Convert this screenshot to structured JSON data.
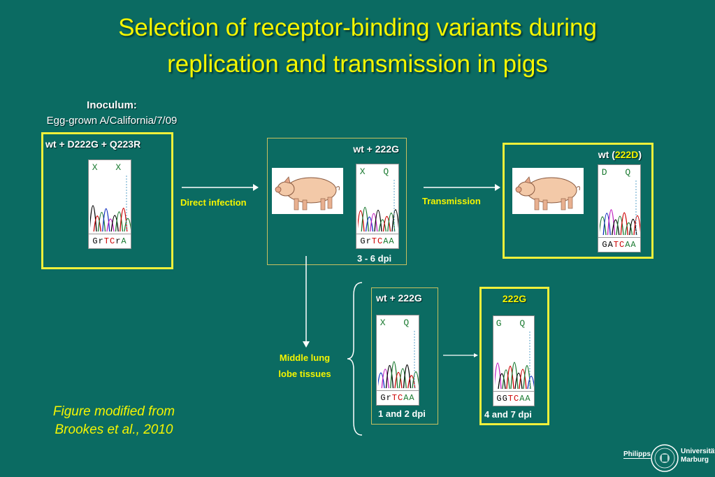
{
  "title": {
    "line1": "Selection of receptor-binding variants during",
    "line2": "replication and transmission in pigs"
  },
  "inoculum": {
    "label": "Inoculum:",
    "strain": "Egg-grown A/California/7/09",
    "genotype": "wt + D222G  + Q223R",
    "chrom": {
      "codons": "X X",
      "seq": [
        {
          "t": "Gr",
          "c": "#000"
        },
        {
          "t": "TC",
          "c": "#c00"
        },
        {
          "t": "r",
          "c": "#000"
        },
        {
          "t": "A",
          "c": "#1a7a30"
        }
      ]
    }
  },
  "arrow1_label": "Direct infection",
  "arrow2_label": "Transmission",
  "pig1": {
    "genotype": "wt + 222G",
    "dpi": "3 - 6 dpi",
    "chrom": {
      "codons": "X Q",
      "seq": [
        {
          "t": "Gr",
          "c": "#000"
        },
        {
          "t": "TC",
          "c": "#c00"
        },
        {
          "t": "AA",
          "c": "#1a7a30"
        }
      ]
    }
  },
  "pig2": {
    "genotype_prefix": "wt (",
    "genotype_highlight": "222D",
    "genotype_suffix": ")",
    "chrom": {
      "codons": "D Q",
      "seq": [
        {
          "t": "GA",
          "c": "#000"
        },
        {
          "t": "TC",
          "c": "#c00"
        },
        {
          "t": "AA",
          "c": "#1a7a30"
        }
      ]
    }
  },
  "lung": {
    "label_line1": "Middle lung",
    "label_line2": "lobe tissues"
  },
  "lung_early": {
    "genotype": "wt + 222G",
    "dpi": "1 and 2 dpi",
    "chrom": {
      "codons": "X Q",
      "seq": [
        {
          "t": "Gr",
          "c": "#000"
        },
        {
          "t": "TC",
          "c": "#c00"
        },
        {
          "t": "AA",
          "c": "#1a7a30"
        }
      ]
    }
  },
  "lung_late": {
    "genotype": "222G",
    "dpi": "4 and 7 dpi",
    "chrom": {
      "codons": "G Q",
      "seq": [
        {
          "t": "GG",
          "c": "#000"
        },
        {
          "t": "TC",
          "c": "#c00"
        },
        {
          "t": "AA",
          "c": "#1a7a30"
        }
      ]
    }
  },
  "citation": {
    "line1": "Figure modified from",
    "line2": "Brookes et al., 2010"
  },
  "logo": {
    "left": "Philipps",
    "right1": "Universität",
    "right2": "Marburg"
  },
  "colors": {
    "background": "#0b6b62",
    "highlight": "#f5f500",
    "box": "#f0f03a"
  }
}
